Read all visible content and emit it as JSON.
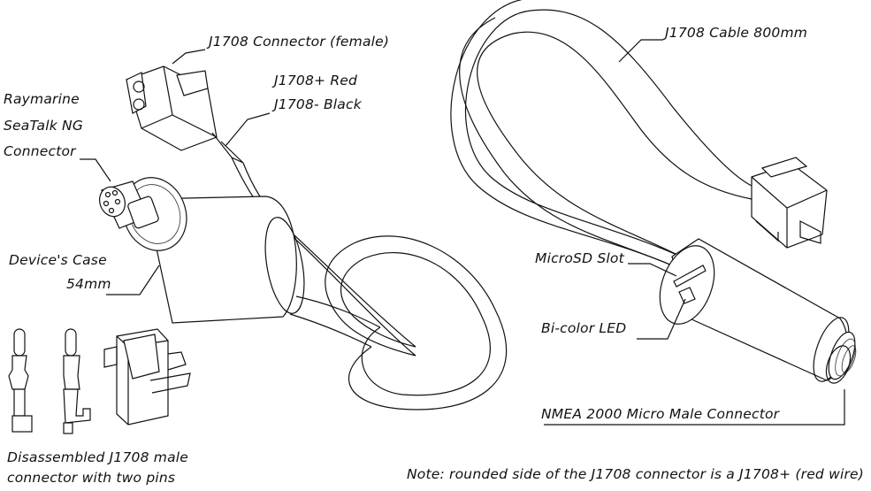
{
  "labels": {
    "j1708_connector_female": "J1708 Connector (female)",
    "j1708_plus": "J1708+ Red",
    "j1708_minus": "J1708- Black",
    "raymarine_line1": "Raymarine",
    "raymarine_line2": "SeaTalk NG",
    "raymarine_line3": "Connector",
    "device_case_line1": "Device's Case",
    "device_case_line2": "54mm",
    "disassembled_line1": "Disassembled J1708 male",
    "disassembled_line2": "connector with two pins",
    "j1708_cable": "J1708 Cable 800mm",
    "microsd_slot": "MicroSD Slot",
    "bicolor_led": "Bi-color LED",
    "nmea2000": "NMEA 2000 Micro Male Connector",
    "note": "Note: rounded side of the J1708 connector is a J1708+ (red wire)"
  }
}
